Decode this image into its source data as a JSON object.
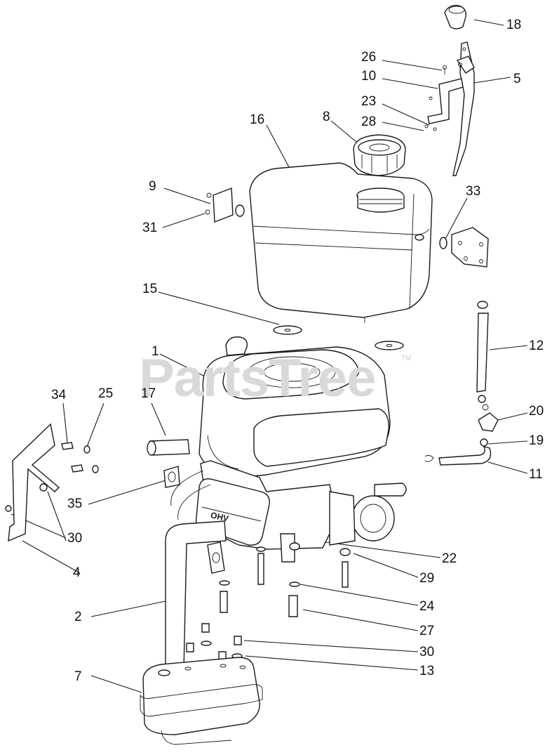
{
  "watermark": {
    "text": "PartsTree",
    "trademark": "TM"
  },
  "callouts": [
    {
      "id": "c18",
      "text": "18"
    },
    {
      "id": "c26",
      "text": "26"
    },
    {
      "id": "c10",
      "text": "10"
    },
    {
      "id": "c5",
      "text": "5"
    },
    {
      "id": "c23",
      "text": "23"
    },
    {
      "id": "c8",
      "text": "8"
    },
    {
      "id": "c16",
      "text": "16"
    },
    {
      "id": "c28",
      "text": "28"
    },
    {
      "id": "c9",
      "text": "9"
    },
    {
      "id": "c33",
      "text": "33"
    },
    {
      "id": "c31",
      "text": "31"
    },
    {
      "id": "c15",
      "text": "15"
    },
    {
      "id": "c12",
      "text": "12"
    },
    {
      "id": "c1",
      "text": "1"
    },
    {
      "id": "c34",
      "text": "34"
    },
    {
      "id": "c25",
      "text": "25"
    },
    {
      "id": "c17",
      "text": "17"
    },
    {
      "id": "c20",
      "text": "20"
    },
    {
      "id": "c19",
      "text": "19"
    },
    {
      "id": "c11",
      "text": "11"
    },
    {
      "id": "c35",
      "text": "35"
    },
    {
      "id": "c30a",
      "text": "30"
    },
    {
      "id": "c22",
      "text": "22"
    },
    {
      "id": "c4",
      "text": "4"
    },
    {
      "id": "c29",
      "text": "29"
    },
    {
      "id": "c24",
      "text": "24"
    },
    {
      "id": "c2",
      "text": "2"
    },
    {
      "id": "c27",
      "text": "27"
    },
    {
      "id": "c30b",
      "text": "30"
    },
    {
      "id": "c13",
      "text": "13"
    },
    {
      "id": "c7",
      "text": "7"
    }
  ],
  "engine_badge": "OHV"
}
